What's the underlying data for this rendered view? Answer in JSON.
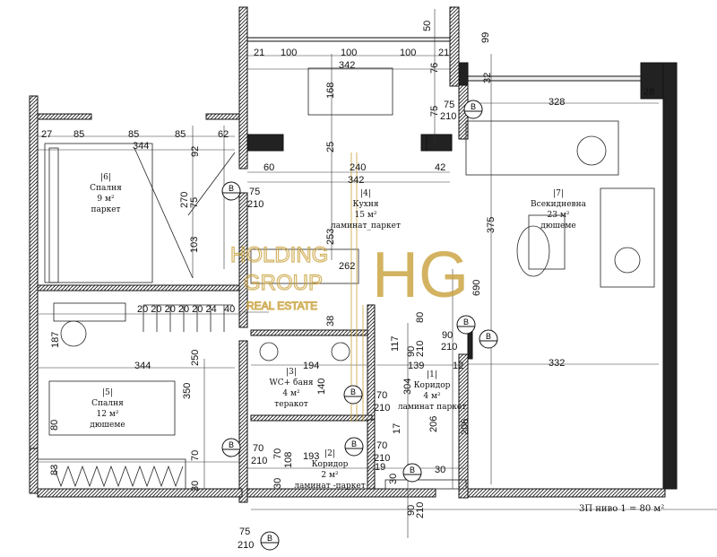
{
  "rooms": [
    {
      "num": "|6|",
      "name": "Спалня",
      "area": "9 м²",
      "floor": "паркет"
    },
    {
      "num": "|4|",
      "name": "Кухня",
      "area": "15 м²",
      "floor": "ламинат_паркет"
    },
    {
      "num": "|7|",
      "name": "Всекидневна",
      "area": "23 м²",
      "floor": "дюшеме"
    },
    {
      "num": "|5|",
      "name": "Спалня",
      "area": "12 м²",
      "floor": "дюшеме"
    },
    {
      "num": "|3|",
      "name": "WC+ баня",
      "area": "4 м²",
      "floor": "теракот"
    },
    {
      "num": "|1|",
      "name": "Коридор",
      "area": "4 м²",
      "floor": "ламинат паркет"
    },
    {
      "num": "|2|",
      "name": "Коридор",
      "area": "2 м²",
      "floor": "ламинат -паркет"
    }
  ],
  "dimensions": [
    "50",
    "99",
    "21",
    "100",
    "100",
    "100",
    "21",
    "342",
    "76",
    "168",
    "75",
    "75",
    "210",
    "25",
    "60",
    "240",
    "42",
    "342",
    "75",
    "210",
    "253",
    "262",
    "27",
    "85",
    "85",
    "85",
    "62",
    "344",
    "92",
    "270",
    "75",
    "103",
    "187",
    "20 20 20 20 20 24",
    "40",
    "344",
    "250",
    "350",
    "80",
    "70",
    "83",
    "30",
    "38",
    "194",
    "140",
    "70",
    "210",
    "117",
    "139",
    "12",
    "304",
    "206",
    "17",
    "70",
    "210",
    "70",
    "108",
    "193",
    "19",
    "70",
    "210",
    "30",
    "30",
    "90",
    "210",
    "75",
    "210",
    "30",
    "80",
    "90",
    "210",
    "32",
    "328",
    "28",
    "375",
    "690",
    "90",
    "210",
    "332",
    "206"
  ],
  "door_label": "B",
  "watermark": {
    "line1": "HOLDING",
    "line2": "GROUP",
    "line3": "REAL ESTATE",
    "logo": "HG",
    "color": "#c9a13a"
  },
  "footer": "3П ниво 1 = 80 м²"
}
